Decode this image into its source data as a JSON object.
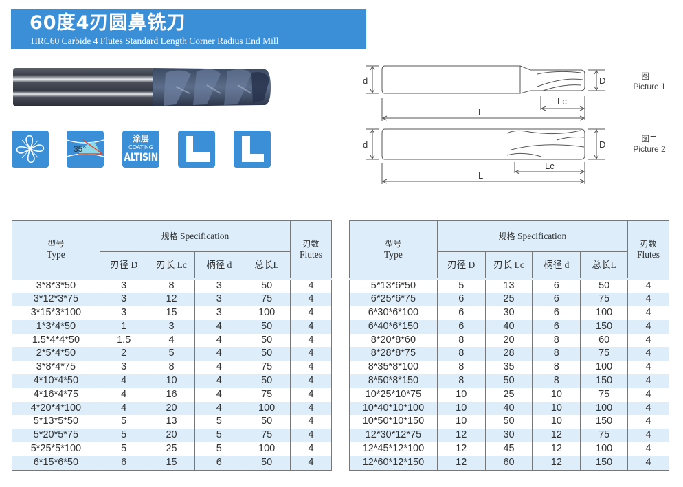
{
  "header": {
    "title_cn": "60度4刃圆鼻铣刀",
    "title_en": "HRC60 Carbide 4 Flutes Standard Length Corner Radius End Mill",
    "banner_color": "#3a8fd6"
  },
  "badges": [
    {
      "name": "4-flute-cross-section-icon"
    },
    {
      "name": "helix-angle-icon",
      "label": "35°"
    },
    {
      "name": "coating-icon",
      "cn": "涂层",
      "en": "COATING",
      "value": "ALTISIN"
    },
    {
      "name": "standard-length-icon"
    },
    {
      "name": "long-length-icon"
    }
  ],
  "drawings": {
    "picture1": {
      "cn": "图一",
      "en": "Picture 1",
      "dims": {
        "d": "d",
        "D": "D",
        "Lc": "Lc",
        "L": "L"
      }
    },
    "picture2": {
      "cn": "图二",
      "en": "Picture 2",
      "dims": {
        "d": "d",
        "D": "D",
        "Lc": "Lc",
        "L": "L"
      }
    }
  },
  "table_headers": {
    "type_cn": "型号",
    "type_en": "Type",
    "spec_cn": "规格",
    "spec_en": "Specification",
    "D": "刃径 D",
    "Lc": "刃长 Lc",
    "d": "柄径 d",
    "L": "总长L",
    "flutes_cn": "刃数",
    "flutes_en": "Flutes"
  },
  "table_left": [
    [
      "3*8*3*50",
      "3",
      "8",
      "3",
      "50",
      "4"
    ],
    [
      "3*12*3*75",
      "3",
      "12",
      "3",
      "75",
      "4"
    ],
    [
      "3*15*3*100",
      "3",
      "15",
      "3",
      "100",
      "4"
    ],
    [
      "1*3*4*50",
      "1",
      "3",
      "4",
      "50",
      "4"
    ],
    [
      "1.5*4*4*50",
      "1.5",
      "4",
      "4",
      "50",
      "4"
    ],
    [
      "2*5*4*50",
      "2",
      "5",
      "4",
      "50",
      "4"
    ],
    [
      "3*8*4*75",
      "3",
      "8",
      "4",
      "75",
      "4"
    ],
    [
      "4*10*4*50",
      "4",
      "10",
      "4",
      "50",
      "4"
    ],
    [
      "4*16*4*75",
      "4",
      "16",
      "4",
      "75",
      "4"
    ],
    [
      "4*20*4*100",
      "4",
      "20",
      "4",
      "100",
      "4"
    ],
    [
      "5*13*5*50",
      "5",
      "13",
      "5",
      "50",
      "4"
    ],
    [
      "5*20*5*75",
      "5",
      "20",
      "5",
      "75",
      "4"
    ],
    [
      "5*25*5*100",
      "5",
      "25",
      "5",
      "100",
      "4"
    ],
    [
      "6*15*6*50",
      "6",
      "15",
      "6",
      "50",
      "4"
    ]
  ],
  "table_right": [
    [
      "5*13*6*50",
      "5",
      "13",
      "6",
      "50",
      "4"
    ],
    [
      "6*25*6*75",
      "6",
      "25",
      "6",
      "75",
      "4"
    ],
    [
      "6*30*6*100",
      "6",
      "30",
      "6",
      "100",
      "4"
    ],
    [
      "6*40*6*150",
      "6",
      "40",
      "6",
      "150",
      "4"
    ],
    [
      "8*20*8*60",
      "8",
      "20",
      "8",
      "60",
      "4"
    ],
    [
      "8*28*8*75",
      "8",
      "28",
      "8",
      "75",
      "4"
    ],
    [
      "8*35*8*100",
      "8",
      "35",
      "8",
      "100",
      "4"
    ],
    [
      "8*50*8*150",
      "8",
      "50",
      "8",
      "150",
      "4"
    ],
    [
      "10*25*10*75",
      "10",
      "25",
      "10",
      "75",
      "4"
    ],
    [
      "10*40*10*100",
      "10",
      "40",
      "10",
      "100",
      "4"
    ],
    [
      "10*50*10*150",
      "10",
      "50",
      "10",
      "150",
      "4"
    ],
    [
      "12*30*12*75",
      "12",
      "30",
      "12",
      "75",
      "4"
    ],
    [
      "12*45*12*100",
      "12",
      "45",
      "12",
      "100",
      "4"
    ],
    [
      "12*60*12*150",
      "12",
      "60",
      "12",
      "150",
      "4"
    ]
  ]
}
